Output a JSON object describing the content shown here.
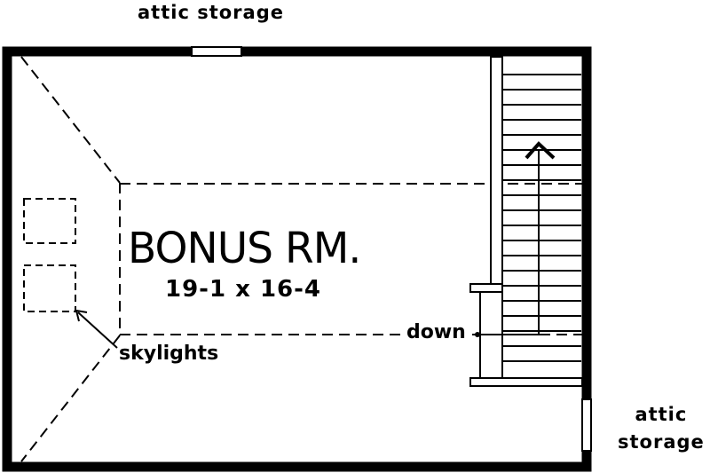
{
  "labels": {
    "attic_top": "attic storage",
    "attic_right_line1": "attic",
    "attic_right_line2": "storage",
    "room_name": "BONUS RM.",
    "room_dims": "19-1 x 16-4",
    "down": "down",
    "skylights": "skylights"
  },
  "colors": {
    "ink": "#000000",
    "background": "#ffffff"
  }
}
